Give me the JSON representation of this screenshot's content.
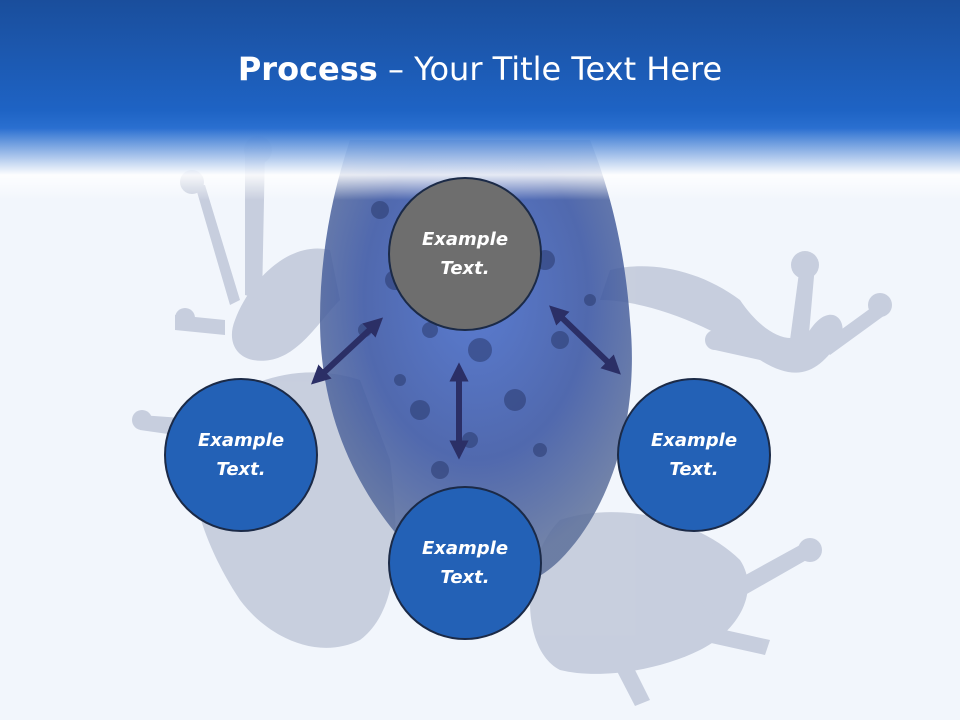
{
  "title": {
    "bold": "Process",
    "rest": " – Your Title Text Here"
  },
  "nodes": {
    "top": {
      "line1": "Example",
      "line2": "Text."
    },
    "left": {
      "line1": "Example",
      "line2": "Text."
    },
    "bottom": {
      "line1": "Example",
      "line2": "Text."
    },
    "right": {
      "line1": "Example",
      "line2": "Text."
    }
  },
  "colors": {
    "header": "#1e63c4",
    "node_top": "#6e6e6e",
    "node_blue": "#2361b6",
    "arrow": "#2b2f66",
    "background": "#f2f6fc"
  },
  "icons": {
    "background": "frog-illustration",
    "connectors": "double-headed-arrow"
  }
}
